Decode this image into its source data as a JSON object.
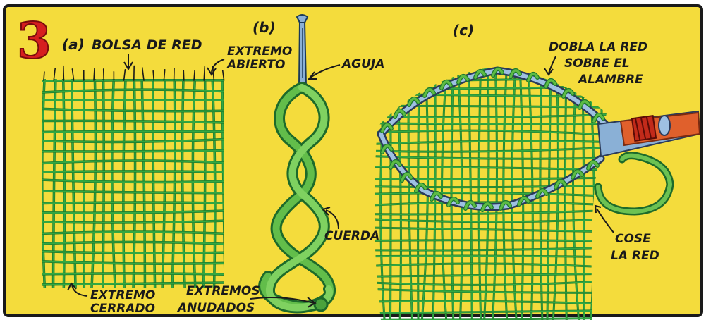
{
  "figure_number": "3",
  "panels": {
    "a": {
      "letter": "(a)",
      "title": "BOLSA DE RED",
      "open_end": [
        "EXTREMO",
        "ABIERTO"
      ],
      "closed_end": [
        "EXTREMO",
        "CERRADO"
      ]
    },
    "b": {
      "letter": "(b)",
      "needle": "AGUJA",
      "cord": "CUERDA",
      "knotted_ends": [
        "EXTREMOS",
        "ANUDADOS"
      ]
    },
    "c": {
      "letter": "(c)",
      "fold": [
        "DOBLA LA RED",
        "SOBRE EL",
        "ALAMBRE"
      ],
      "sew": [
        "COSE",
        "LA RED"
      ]
    }
  },
  "colors": {
    "background": "#f4dc3c",
    "border": "#1a1a1a",
    "net": "#33a842",
    "net_dark": "#1d7a2c",
    "cord": "#5fb545",
    "wire": "#8ab0d6",
    "handle": "#e05a2a",
    "number": "#d61f1f"
  }
}
